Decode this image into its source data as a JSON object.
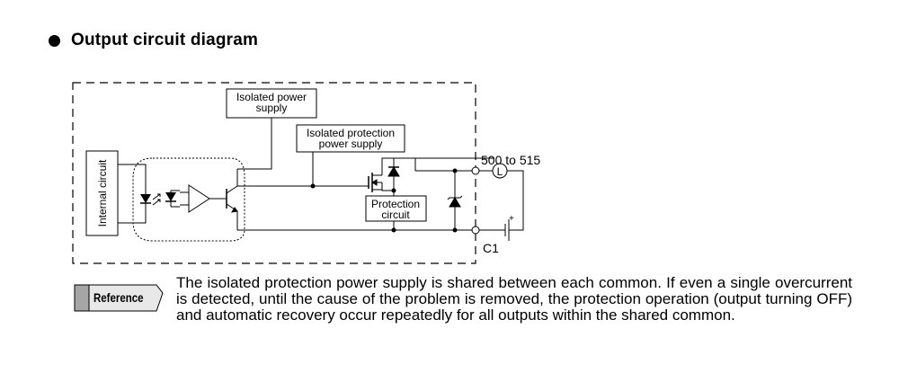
{
  "heading": {
    "title": "Output circuit diagram"
  },
  "diagram": {
    "isolated_power_supply": [
      "Isolated power",
      "supply"
    ],
    "isolated_protection_power_supply": [
      "Isolated protection",
      "power supply"
    ],
    "internal_circuit": "Internal circuit",
    "protection_circuit": [
      "Protection",
      "circuit"
    ],
    "output_terminal_label": "500 to 515",
    "load_symbol": "L",
    "common_label": "C1",
    "battery_plus": "+"
  },
  "reference": {
    "badge_label": "Reference",
    "text": "The isolated protection power supply is shared between each common. If even a single overcurrent is detected, until the cause of the problem is removed, the protection operation (output turning OFF) and automatic recovery occur repeatedly for all outputs within the shared common."
  }
}
